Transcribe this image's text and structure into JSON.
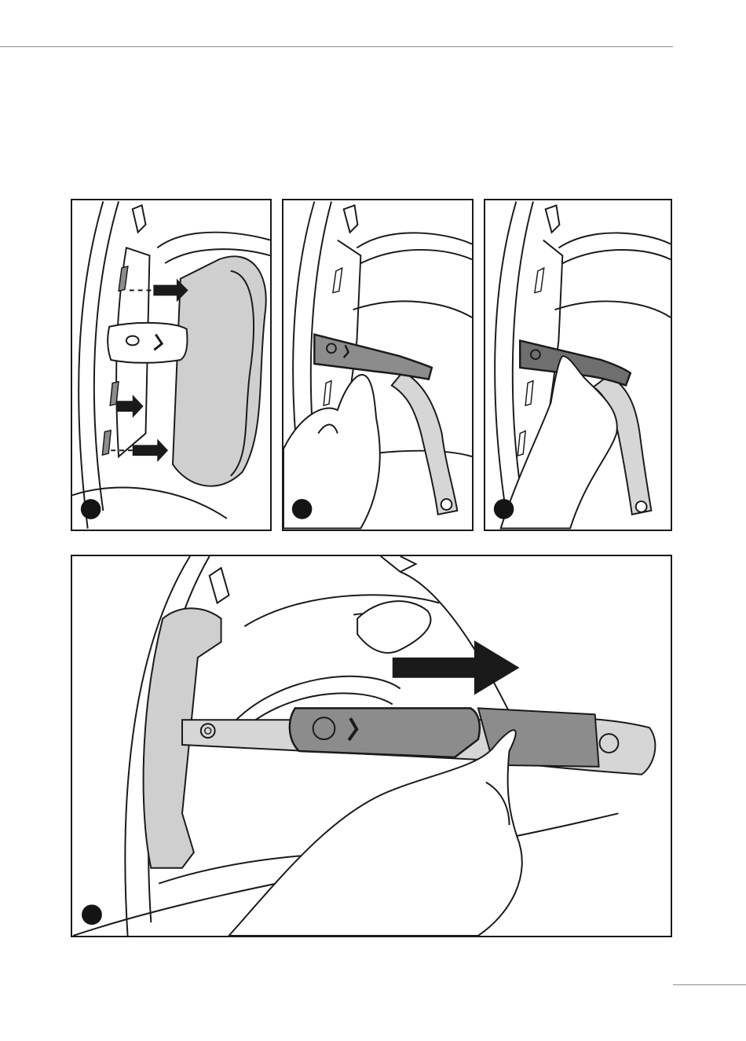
{
  "page": {
    "panels": [
      {
        "id": "step-1",
        "icon": "helmet-cheek-pad-insert-illustration"
      },
      {
        "id": "step-2",
        "icon": "hand-holding-chin-strap-illustration"
      },
      {
        "id": "step-3",
        "icon": "hand-fastening-strap-illustration"
      },
      {
        "id": "step-4",
        "icon": "hand-pulling-strap-arrow-illustration"
      }
    ],
    "colors": {
      "outline": "#1a1a1a",
      "pad_gray": "#cfcfcf",
      "strap_dark": "#8c8c8c",
      "strap_light": "#d6d6d6",
      "arrow": "#1a1a1a",
      "marker": "#141414"
    }
  }
}
